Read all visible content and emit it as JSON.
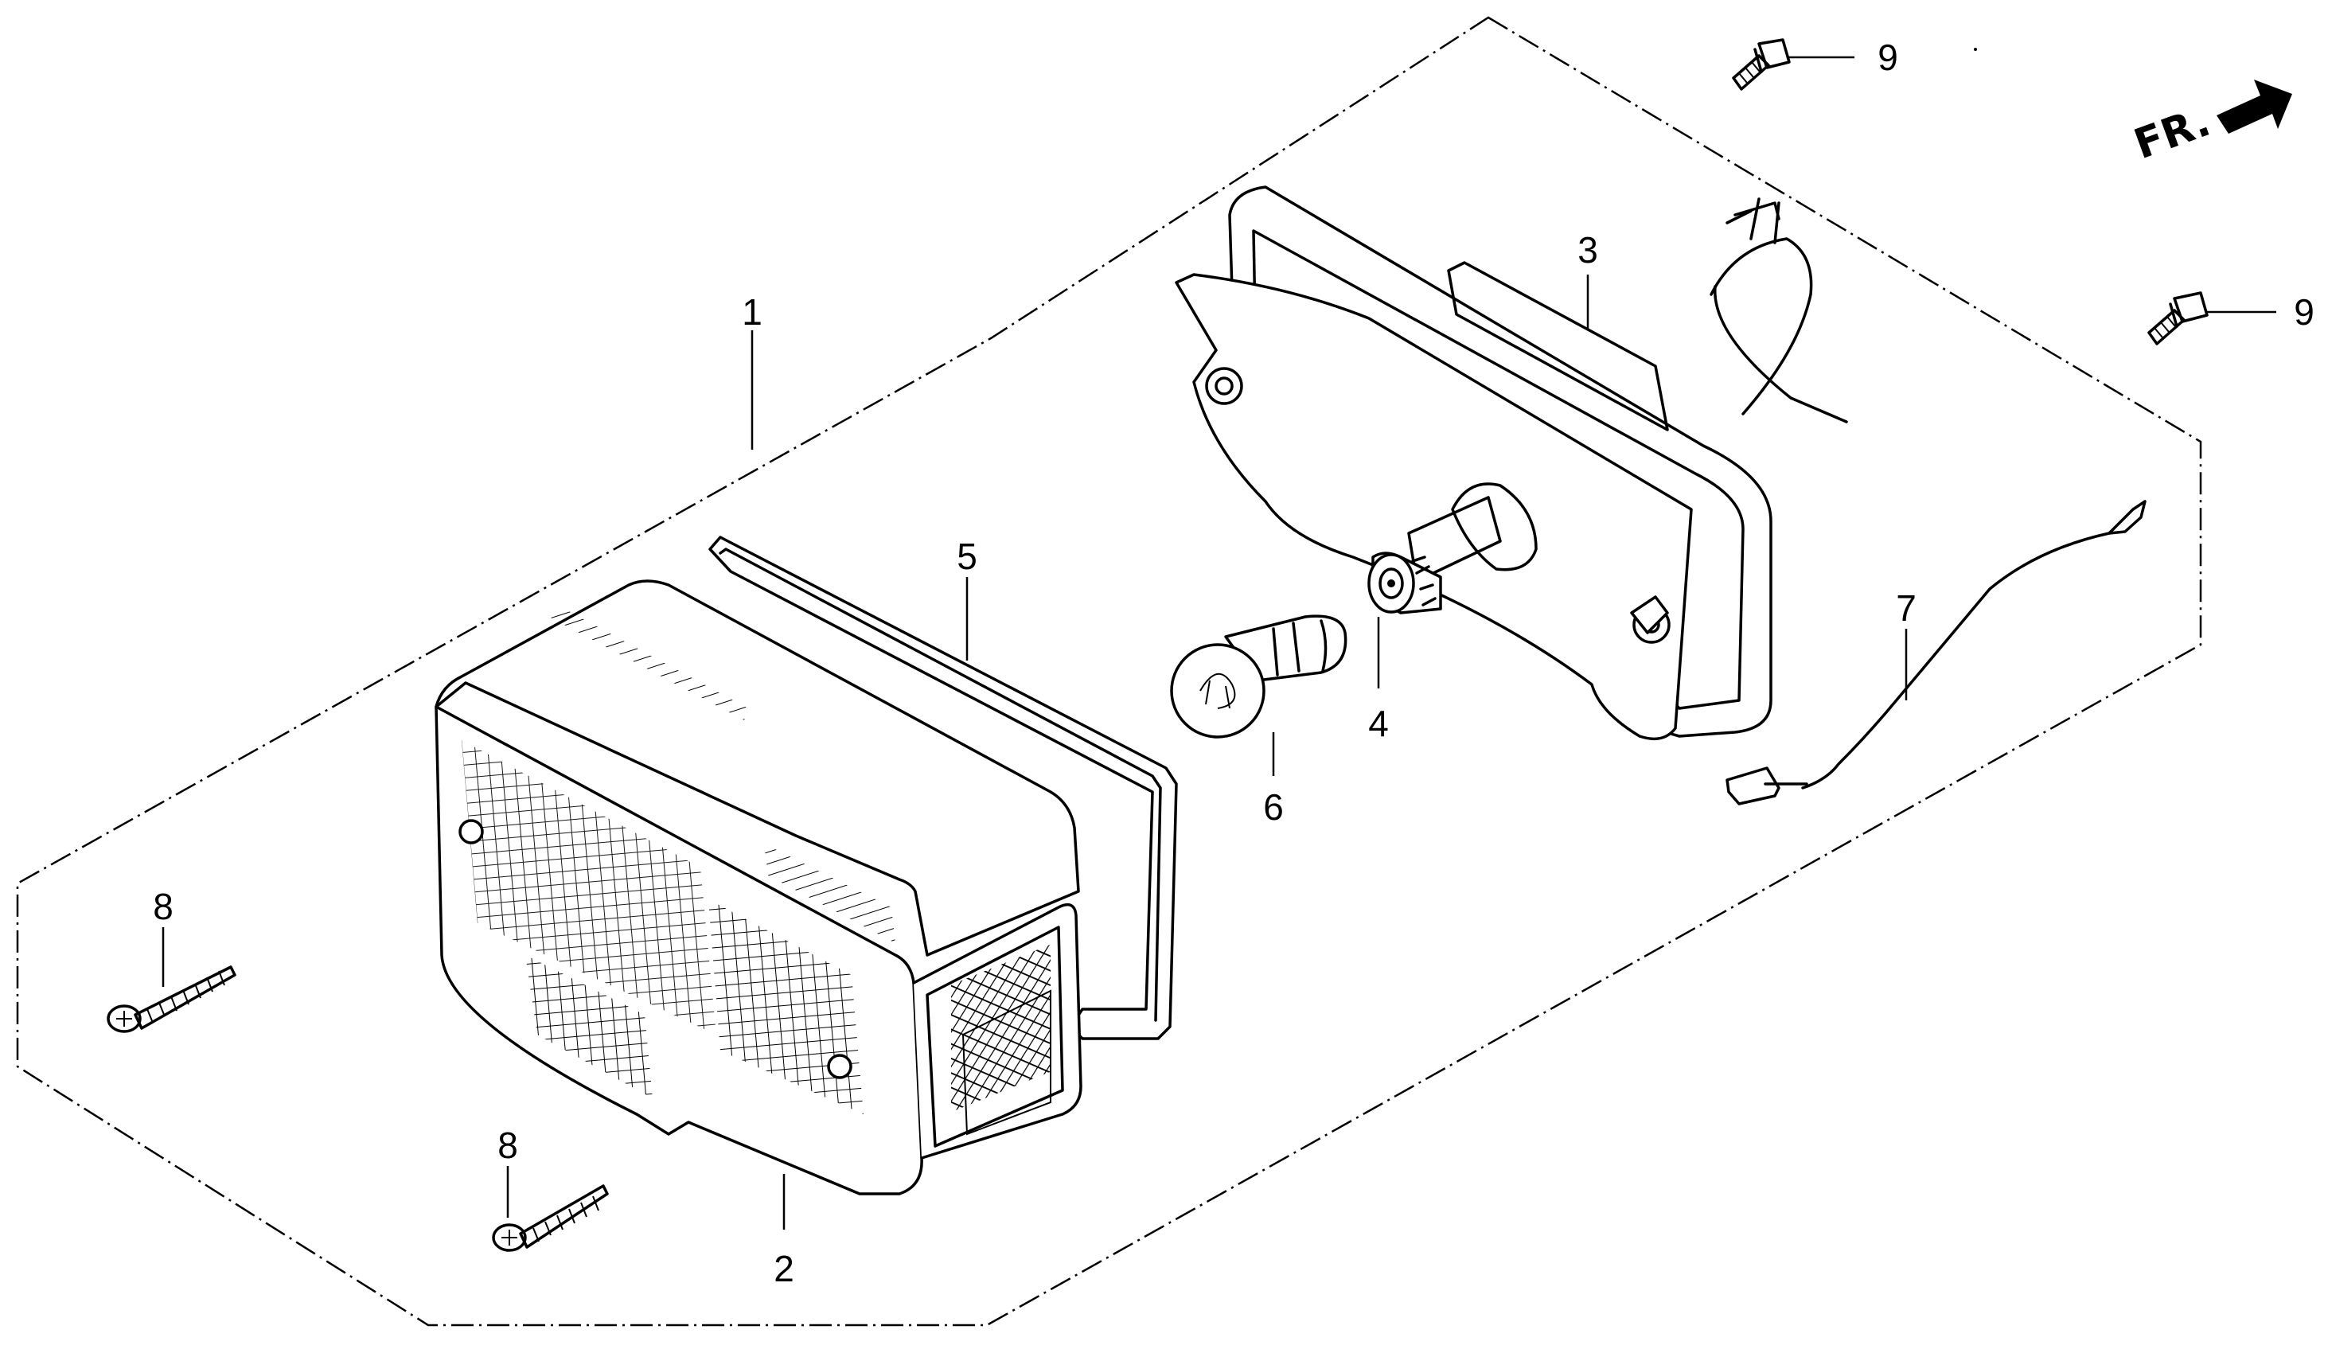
{
  "diagram": {
    "direction_label": "FR.",
    "callouts": [
      {
        "id": "1",
        "label": "1"
      },
      {
        "id": "2",
        "label": "2"
      },
      {
        "id": "3",
        "label": "3"
      },
      {
        "id": "4",
        "label": "4"
      },
      {
        "id": "5",
        "label": "5"
      },
      {
        "id": "6",
        "label": "6"
      },
      {
        "id": "7",
        "label": "7"
      },
      {
        "id": "8a",
        "label": "8"
      },
      {
        "id": "8b",
        "label": "8"
      },
      {
        "id": "9a",
        "label": "9"
      },
      {
        "id": "9b",
        "label": "9"
      }
    ],
    "icons": {
      "front_arrow": "arrow-right-icon",
      "screw": "screw-icon",
      "bolt": "bolt-icon",
      "bulb": "bulb-icon"
    }
  }
}
